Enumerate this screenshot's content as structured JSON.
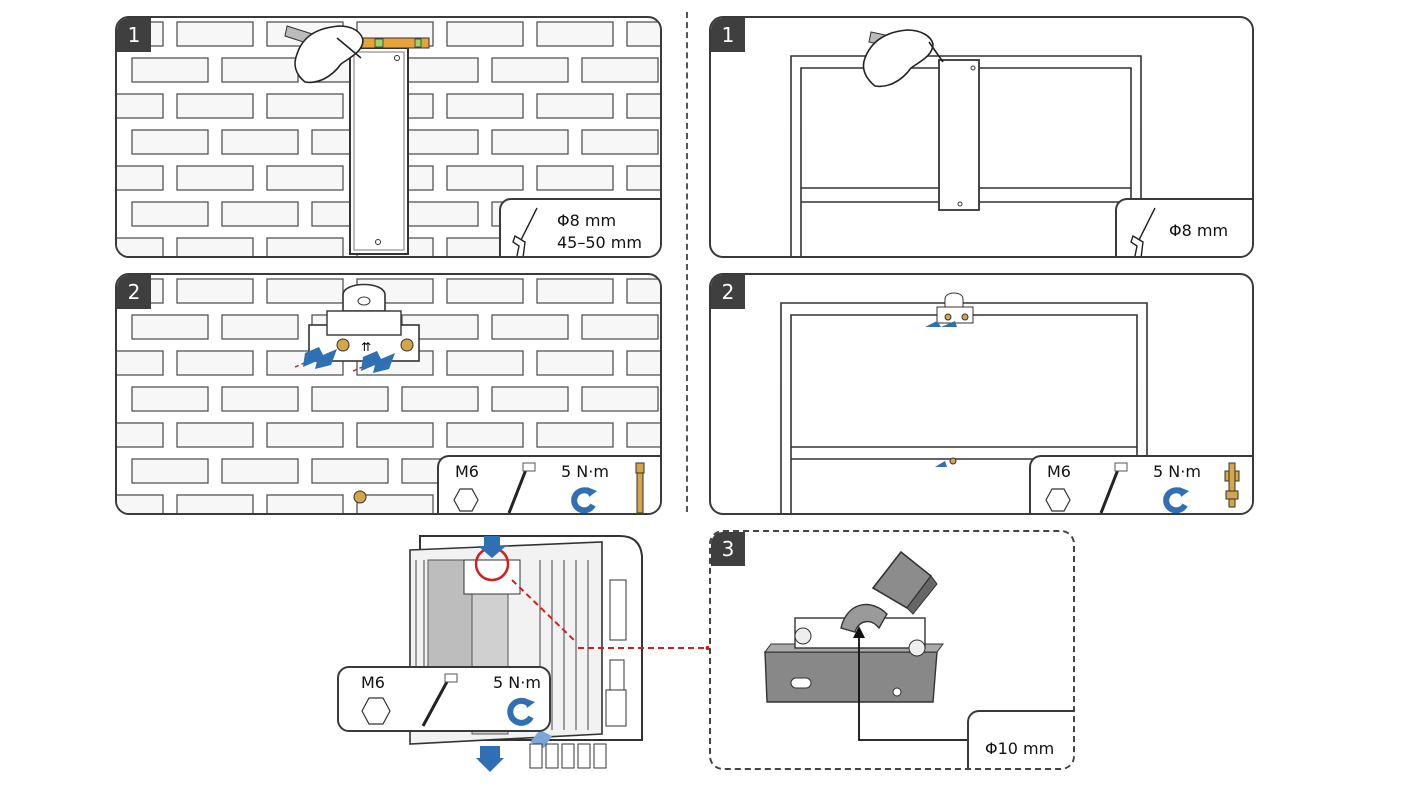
{
  "steps": {
    "tl": {
      "badge": "1",
      "drill_d": "Φ8 mm",
      "drill_depth": "45–50 mm"
    },
    "tr": {
      "badge": "1",
      "drill_d": "Φ8 mm"
    },
    "ml": {
      "badge": "2",
      "bolt": "M6",
      "torque": "5 N·m"
    },
    "mr": {
      "badge": "2",
      "bolt": "M6",
      "torque": "5 N·m"
    },
    "lock": {
      "badge": "3",
      "shackle_d": "Φ10 mm"
    },
    "inverter": {
      "bolt": "M6",
      "torque": "5 N·m"
    }
  },
  "colors": {
    "arrow_blue": "#2f6fb3",
    "red_dashed": "#d11f1f",
    "level_orange": "#e8a23a"
  },
  "icons": [
    "hand-icon",
    "spirit-level-icon",
    "hammer-drill-icon",
    "hex-nut-icon",
    "torque-wrench-icon",
    "rotate-arrow-icon",
    "expansion-bolt-icon",
    "padlock-icon"
  ]
}
